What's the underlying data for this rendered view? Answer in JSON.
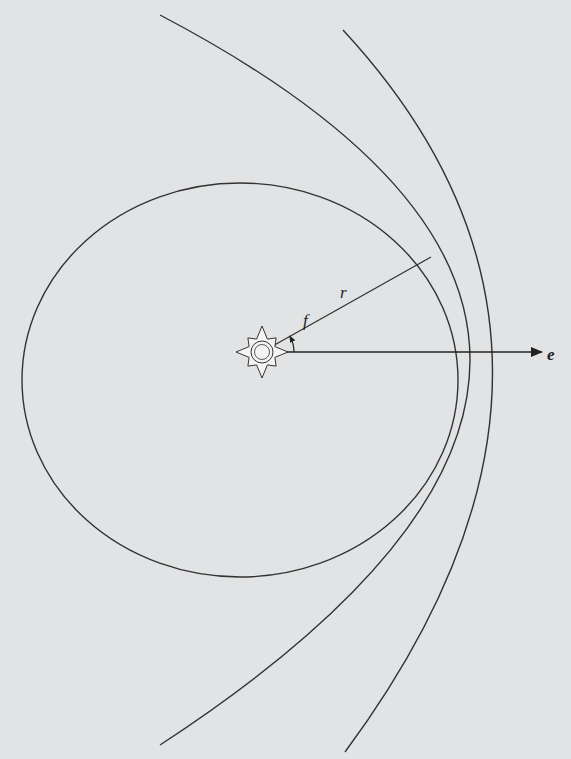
{
  "diagram": {
    "labels": [
      "r",
      "f",
      "e"
    ]
  }
}
